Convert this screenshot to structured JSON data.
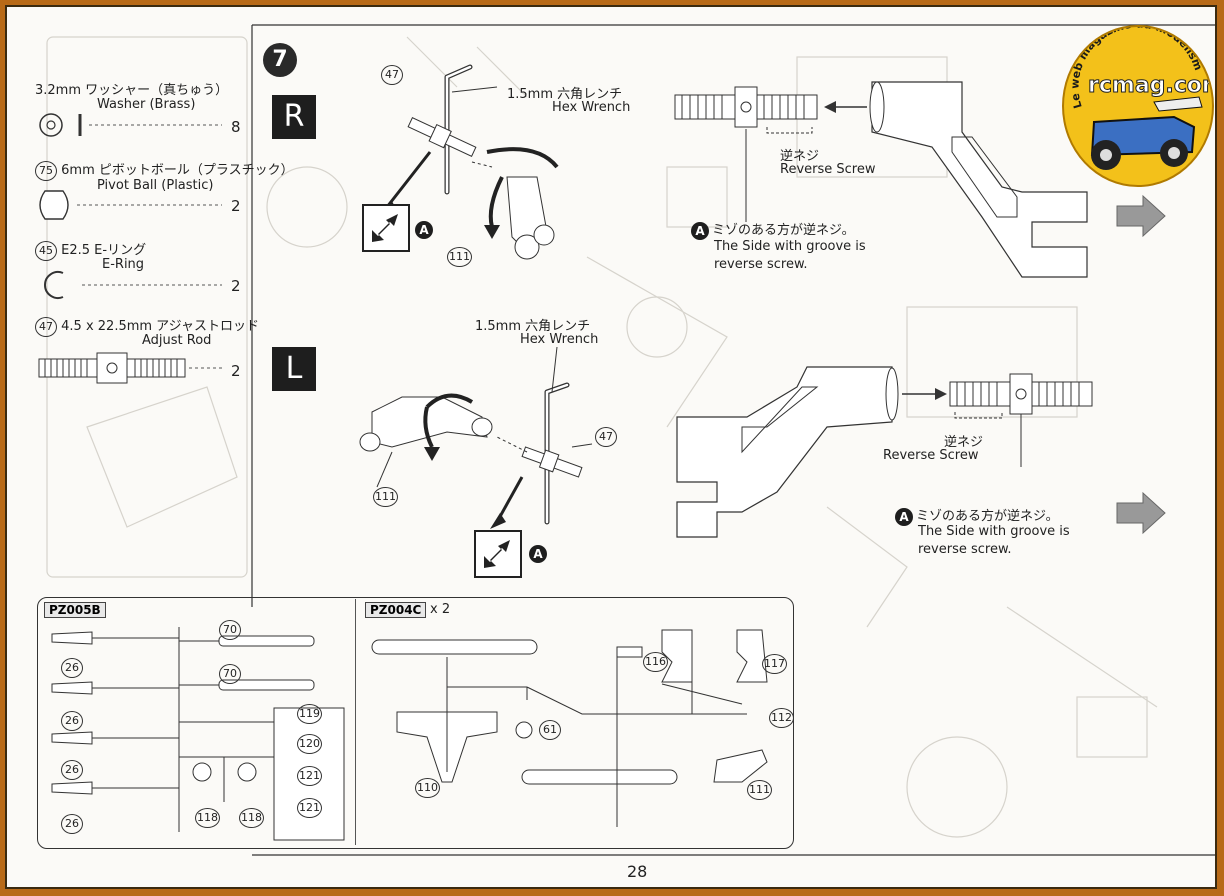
{
  "step_number": "7",
  "parts_list": [
    {
      "id": "washer",
      "jp": "3.2mm ワッシャー（真ちゅう）",
      "en": "Washer (Brass)",
      "qty": "8",
      "num": ""
    },
    {
      "id": "pivot_ball",
      "jp": "6mm ピボットボール（プラスチック）",
      "en": "Pivot Ball (Plastic)",
      "qty": "2",
      "num": "75"
    },
    {
      "id": "e_ring",
      "jp": "E2.5 E-リング",
      "en": "E-Ring",
      "qty": "2",
      "num": "45"
    },
    {
      "id": "adjust_rod",
      "jp": "4.5 x 22.5mm アジャストロッド",
      "en": "Adjust Rod",
      "qty": "2",
      "num": "47"
    }
  ],
  "right": {
    "label": "R",
    "wrench_jp": "1.5mm 六角レンチ",
    "wrench_en": "Hex Wrench",
    "num_rod": "47",
    "num_arm": "111",
    "circle_a": "A",
    "reverse_jp": "逆ネジ",
    "reverse_en": "Reverse Screw",
    "note_jp": "ミゾのある方が逆ネジ。",
    "note_en1": "The Side with groove is",
    "note_en2": "reverse screw."
  },
  "left": {
    "label": "L",
    "wrench_jp": "1.5mm 六角レンチ",
    "wrench_en": "Hex Wrench",
    "num_rod": "47",
    "num_arm": "111",
    "circle_a": "A",
    "reverse_jp": "逆ネジ",
    "reverse_en": "Reverse Screw",
    "note_jp": "ミゾのある方が逆ネジ。",
    "note_en1": "The Side with groove is",
    "note_en2": "reverse screw."
  },
  "sprues": {
    "a_name": "PZ005B",
    "a_nums": [
      "26",
      "26",
      "26",
      "26",
      "70",
      "70",
      "118",
      "118",
      "119",
      "120",
      "121",
      "121"
    ],
    "b_name": "PZ004C",
    "b_mult": "x 2",
    "b_nums": [
      "110",
      "61",
      "116",
      "117",
      "112",
      "111"
    ]
  },
  "page_number": "28",
  "logo": {
    "text": "rcmag.com",
    "arc": "Le web magazine du modelisme",
    "color": "#f3c11a"
  }
}
